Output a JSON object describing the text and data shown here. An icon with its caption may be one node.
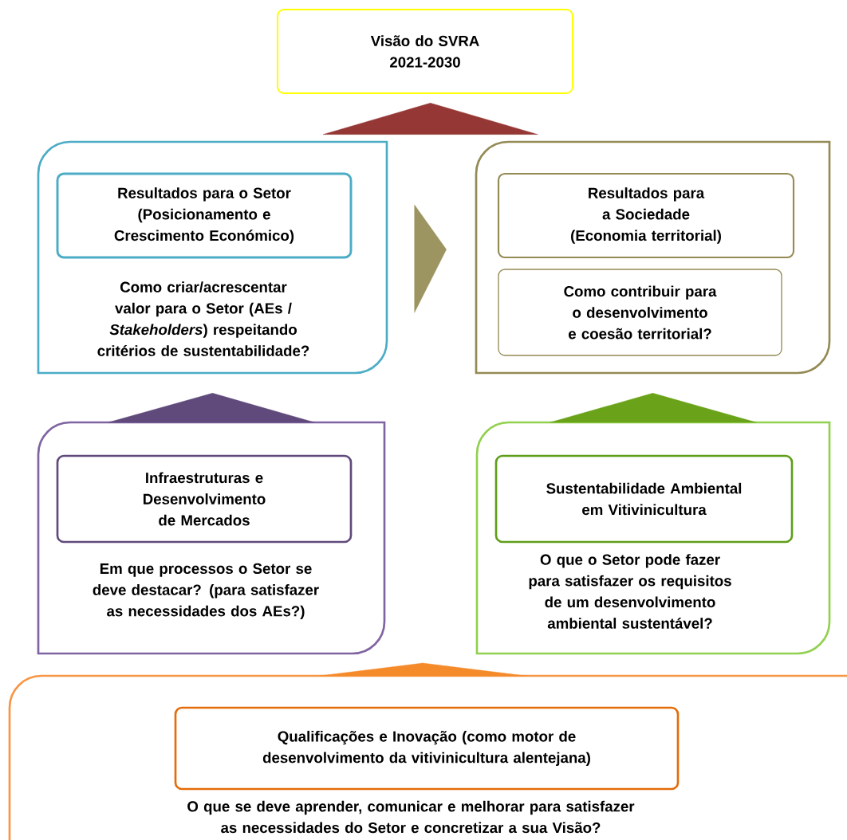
{
  "diagram": {
    "nodes": [
      {
        "text": [
          "Visão do SVRA 2021-2030"
        ]
      },
      {
        "text": [
          "Como criar/acrescentar valor para o Setor (AEs / *Stakeholders*) respeitando critérios de sustentabilidade?"
        ]
      },
      {
        "text": [
          "Resultados para o Setor (Posicionamento e Crescimento Económico)"
        ],
        "in": 1
      },
      {
        "text": [],
        "shape": "box"
      },
      {
        "text": [
          "Resultados para a Sociedade (Economia territorial)"
        ],
        "in": 3
      },
      {
        "text": [
          "Como contribuir para o desenvolvimento e coesão territorial?"
        ],
        "in": 3
      },
      {
        "text": [
          "Em que processos o Setor se deve destacar? (para satisfazer as necessidades dos AEs?)"
        ]
      },
      {
        "text": [
          "Infraestruturas e Desenvolvimento de Mercados"
        ],
        "in": 6
      },
      {
        "text": [
          "O que o Setor pode fazer para satisfazer os requisitos de um desenvolvimento ambiental sustentável?"
        ]
      },
      {
        "text": [
          "Sustentabilidade Ambiental em Vitivinicultura"
        ],
        "in": 8
      },
      {
        "text": [
          "O que se deve aprender, comunicar e melhorar para satisfazer as necessidades do Setor e concretizar a sua Visão?"
        ]
      },
      {
        "text": [
          "Qualificações e Inovação (como motor de desenvolvimento da vitivinicultura alentejana)"
        ],
        "in": 10
      }
    ],
    "edges": [
      {
        "from": null,
        "to": 0,
        "arrow": "to",
        "color": "#953735"
      },
      {
        "from": 1,
        "to": 3,
        "arrow": "to",
        "color": "#9c9461"
      },
      {
        "from": 6,
        "to": 1,
        "arrow": "to",
        "color": "#604a7b"
      },
      {
        "from": 8,
        "to": 3,
        "arrow": "to",
        "color": "#6aa319"
      },
      {
        "from": 10,
        "to": 6,
        "arrow": "to",
        "color": "#f58a2a"
      },
      {
        "from": 10,
        "to": 8,
        "arrow": "to",
        "color": "#f58a2a"
      }
    ]
  }
}
